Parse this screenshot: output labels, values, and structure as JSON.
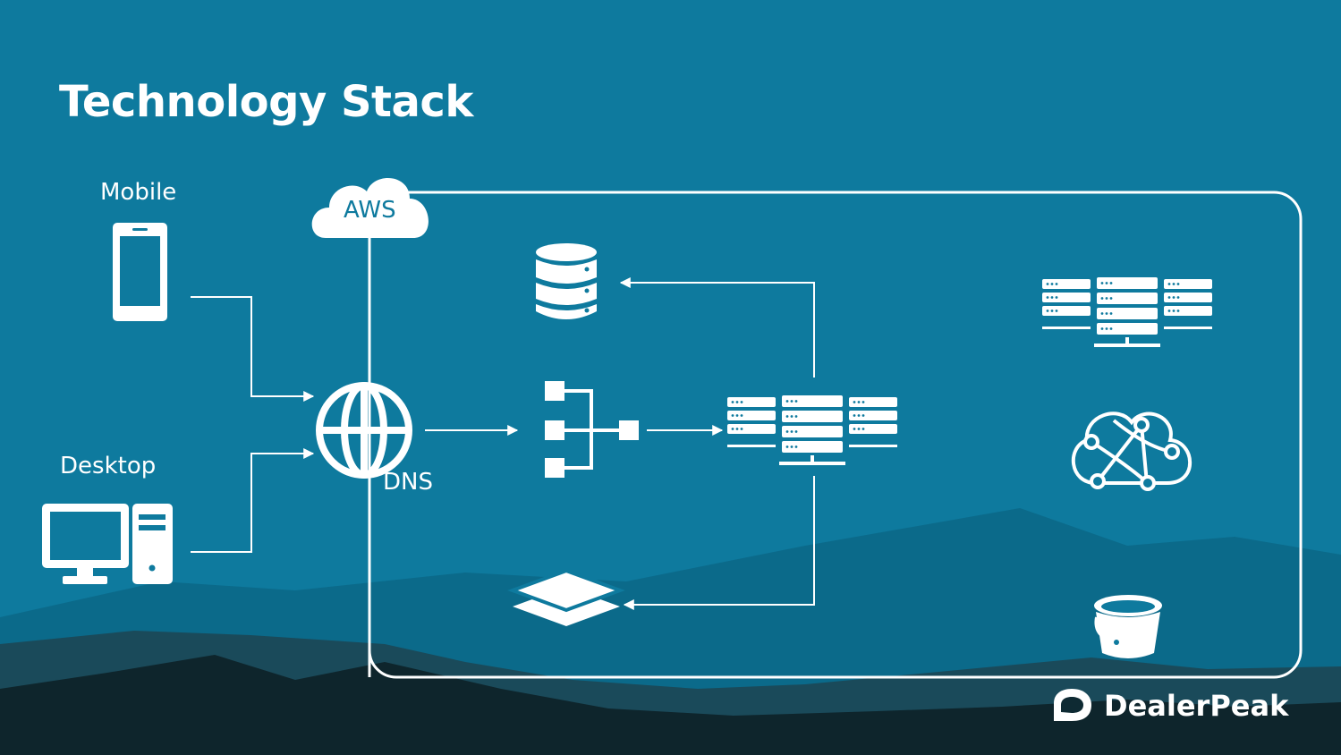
{
  "slide": {
    "title": "Technology Stack"
  },
  "labels": {
    "mobile": "Mobile",
    "desktop": "Desktop",
    "aws": "AWS",
    "dns": "DNS"
  },
  "brand": {
    "name": "DealerPeak"
  },
  "colors": {
    "background": "#0e7a9e",
    "mountain_far": "#0b6a8a",
    "mountain_mid": "#1a4a5a",
    "mountain_near": "#0e252c",
    "foreground": "#ffffff"
  },
  "icons": [
    "mobile-phone-icon",
    "desktop-computer-icon",
    "cloud-icon",
    "globe-icon",
    "database-icon",
    "load-balancer-icon",
    "server-cluster-icon",
    "layers-icon",
    "network-cloud-icon",
    "bucket-icon",
    "dealerpeak-logo-icon"
  ]
}
